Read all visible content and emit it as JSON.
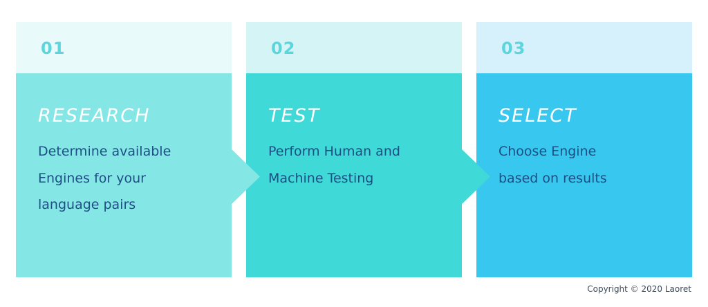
{
  "colors": {
    "step1_header": "#e8fafa",
    "step1_body": "#85e6e6",
    "step2_header": "#d4f4f5",
    "step2_body": "#3fd9d7",
    "step3_header": "#d6f1fb",
    "step3_body": "#38c8ef",
    "number_text": "#5dd5dd",
    "description_text": "#1d4e84",
    "title_text": "#ffffff"
  },
  "steps": [
    {
      "number": "01",
      "title": "RESEARCH",
      "description": "Determine  available\nEngines for your\nlanguage pairs"
    },
    {
      "number": "02",
      "title": "TEST",
      "description": "Perform Human and\nMachine Testing"
    },
    {
      "number": "03",
      "title": "SELECT",
      "description": "Choose  Engine\nbased on results"
    }
  ],
  "copyright": "Copyright © 2020 Laoret"
}
